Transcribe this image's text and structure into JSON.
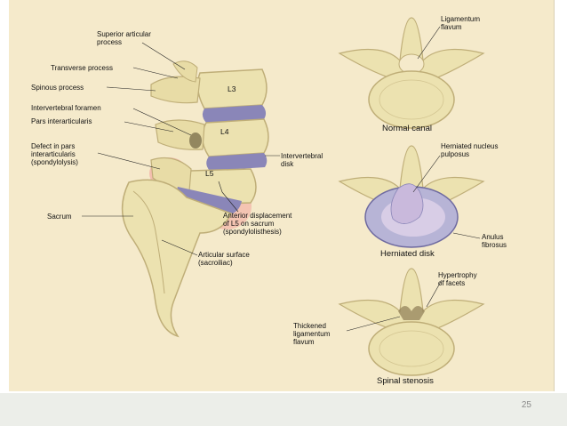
{
  "slide": {
    "page_number": "25"
  },
  "left_labels": {
    "superior_articular": "Superior articular\nprocess",
    "transverse": "Transverse process",
    "spinous": "Spinous process",
    "foramen": "Intervertebral foramen",
    "pars": "Pars interarticularis",
    "defect": "Defect in pars\ninterarticularis\n(spondylolysis)",
    "sacrum": "Sacrum",
    "disk": "Intervertebral\ndisk",
    "anterior": "Anterior displacement\nof L5 on sacrum\n(spondylolisthesis)",
    "articular_surface": "Articular surface\n(sacroiliac)"
  },
  "vertebra_labels": {
    "l3": "L3",
    "l4": "L4",
    "l5": "L5"
  },
  "right_labels": {
    "flavum": "Ligamentum\nflavum",
    "herniated_nucleus": "Herniated nucleus\npulposus",
    "anulus": "Anulus\nfibrosus",
    "hypertrophy": "Hypertrophy\nof facets",
    "thickened": "Thickened\nligamentum\nflavum"
  },
  "captions": {
    "normal": "Normal canal",
    "herniated": "Herniated disk",
    "stenosis": "Spinal stenosis"
  },
  "colors": {
    "background": "#f5eacb",
    "bone": "#ece2b0",
    "bone_shadow": "#bfae78",
    "disk": "#8a86b8",
    "nucleus": "#c9b9dc",
    "highlight": "#f3b3a6"
  }
}
